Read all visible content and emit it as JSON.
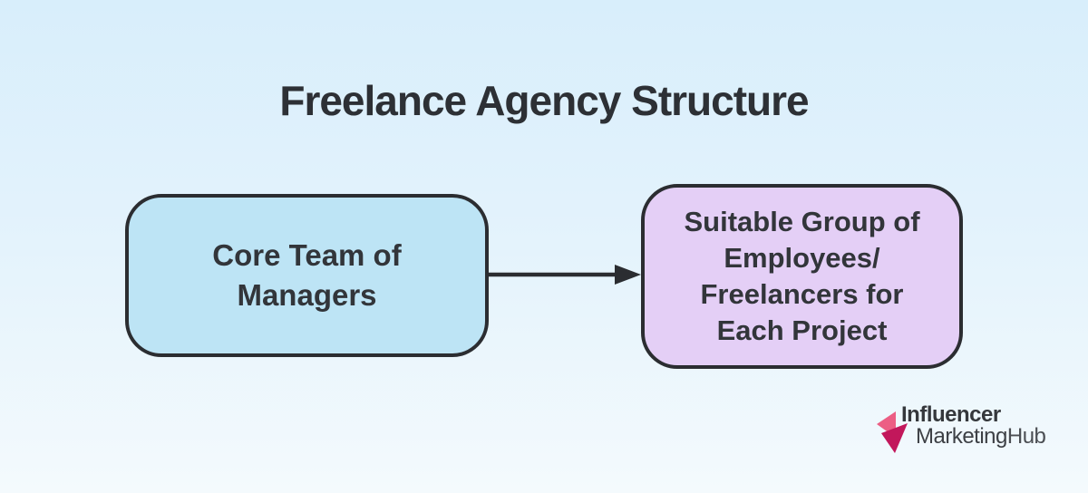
{
  "title": "Freelance Agency Structure",
  "diagram": {
    "left_node": {
      "label": "Core Team of\nManagers",
      "fill": "#bde4f5",
      "border": "#2b2d31"
    },
    "right_node": {
      "label": "Suitable Group of\nEmployees/\nFreelancers for\nEach Project",
      "fill": "#e4cff6",
      "border": "#2b2d31"
    },
    "connector": {
      "type": "arrow",
      "direction": "left-to-right",
      "color": "#2b2d31"
    }
  },
  "branding": {
    "name_line1": "Influencer",
    "name_line2_main": "Marketing",
    "name_line2_light": "Hub",
    "icon": "influencer-marketinghub-arrow-icon",
    "icon_color_light": "#ec5e84",
    "icon_color_dark": "#c2175b"
  },
  "colors": {
    "background_top": "#d8eefb",
    "background_bottom": "#f4fafd",
    "title_text": "#2d3035",
    "node_text": "#32353a"
  }
}
